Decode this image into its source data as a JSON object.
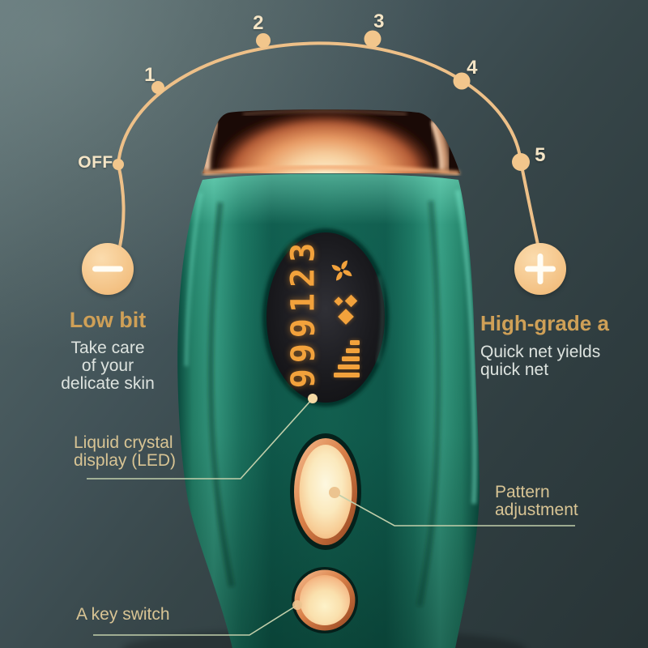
{
  "dial": {
    "levels": [
      {
        "label": "OFF"
      },
      {
        "label": "1"
      },
      {
        "label": "2"
      },
      {
        "label": "3"
      },
      {
        "label": "4"
      },
      {
        "label": "5"
      }
    ]
  },
  "low_intensity": {
    "icon": "minus-icon",
    "title": "Low bit",
    "lines": [
      "Take care",
      "of your",
      "delicate skin"
    ]
  },
  "high_intensity": {
    "icon": "plus-icon",
    "title": "High-grade a",
    "lines": [
      "Quick net yields",
      "quick net"
    ]
  },
  "callouts": {
    "lcd": {
      "lines": [
        "Liquid crystal",
        "display (LED)"
      ]
    },
    "pattern": {
      "lines": [
        "Pattern",
        "adjustment"
      ]
    },
    "key_switch": {
      "label": "A key switch"
    }
  },
  "device": {
    "display_digits": "999123",
    "display_icons": [
      "fan-icon",
      "flash-level-diamonds-icon",
      "intensity-bars-icon"
    ]
  },
  "colors": {
    "background_top": "#5e7275",
    "background_bottom": "#283436",
    "device_green": "#1e7b66",
    "device_green_light": "#3aa489",
    "copper": "#d98049",
    "glow_cream": "#fdf0cd",
    "digit_orange": "#f2a23c",
    "arc_gold": "#eec088",
    "dial_text": "#f4e5c6",
    "title_gold": "#cfa057",
    "label_tan": "#d8c494",
    "body_text": "#dde3df",
    "leader_line": "#c2cfab"
  }
}
